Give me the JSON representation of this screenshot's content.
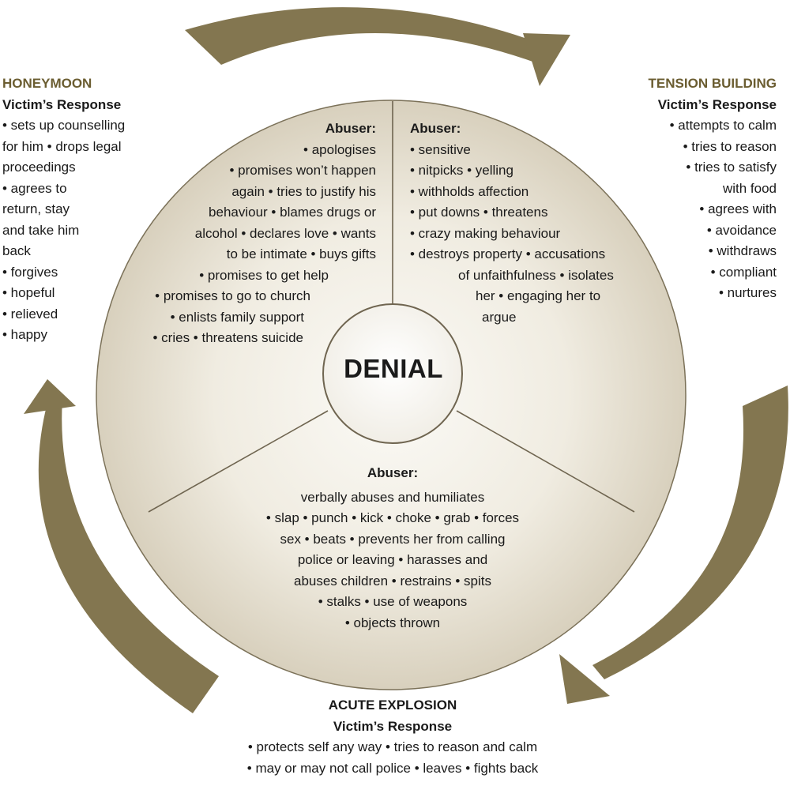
{
  "colors": {
    "arrow": "#837650",
    "circle_outline": "#7b7158",
    "circle_fill_center": "#fbfaf6",
    "circle_fill_edge": "#d8d0bd",
    "heading": "#6b5d31",
    "text": "#1a1a1a"
  },
  "center": {
    "label": "DENIAL"
  },
  "honeymoon": {
    "title": "HONEYMOON",
    "subtitle": "Victim’s Response",
    "lines": [
      "• sets up counselling",
      "for him • drops legal",
      "proceedings",
      "• agrees to",
      "return, stay",
      "and take him",
      "back",
      "• forgives",
      "• hopeful",
      "• relieved",
      "• happy"
    ],
    "abuser_label": "Abuser:",
    "abuser_lines": [
      "• apologises",
      "• promises won’t happen",
      "again • tries to justify his",
      "behaviour • blames drugs or",
      "alcohol • declares love • wants",
      "to be intimate • buys gifts",
      "• promises to get help",
      "• promises to go to church",
      "• enlists family support",
      "• cries • threatens suicide"
    ]
  },
  "tension_building": {
    "title": "TENSION BUILDING",
    "subtitle": "Victim’s Response",
    "lines": [
      "• attempts to calm",
      "• tries to reason",
      "• tries to satisfy",
      "with food",
      "• agrees with",
      "• avoidance",
      "• withdraws",
      "• compliant",
      "• nurtures"
    ],
    "abuser_label": "Abuser:",
    "abuser_lines": [
      "• sensitive",
      "• nitpicks • yelling",
      "• withholds affection",
      "• put downs • threatens",
      "• crazy making behaviour",
      "• destroys property • accusations",
      "of unfaithfulness • isolates",
      "her • engaging her to",
      "argue"
    ]
  },
  "acute_explosion": {
    "title": "ACUTE EXPLOSION",
    "subtitle": "Victim’s Response",
    "lines": [
      "• protects self any way • tries to reason and calm",
      "• may or may not call police • leaves • fights back"
    ],
    "abuser_label": "Abuser:",
    "abuser_lines": [
      "verbally abuses and humiliates",
      "• slap • punch • kick • choke • grab • forces",
      "sex • beats • prevents her from calling",
      "police or leaving • harasses and",
      "abuses children • restrains • spits",
      "• stalks • use of weapons",
      "• objects thrown"
    ]
  }
}
